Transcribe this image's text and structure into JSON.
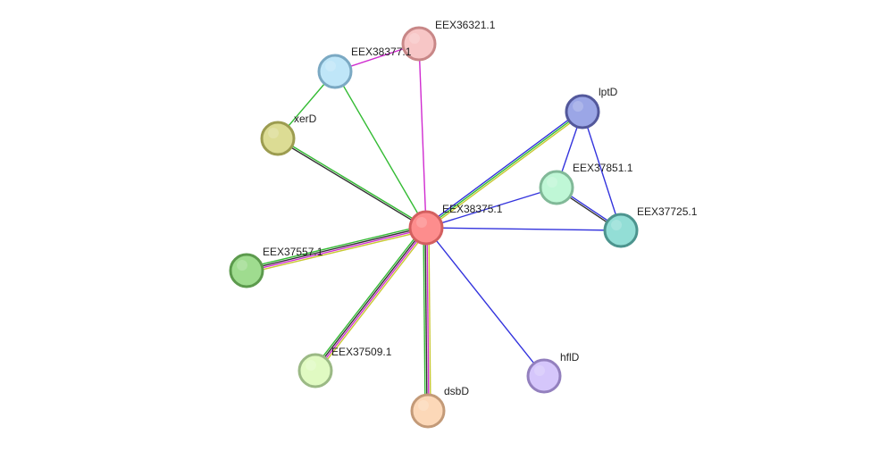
{
  "nodes": [
    {
      "id": "center",
      "label": "EEX38375.1",
      "fill": "#fd8d8d",
      "stroke": "#d35f5f"
    },
    {
      "id": "eex36321",
      "label": "EEX36321.1",
      "fill": "#f7c6c6",
      "stroke": "#c88787"
    },
    {
      "id": "eex38377",
      "label": "EEX38377.1",
      "fill": "#bfe6f8",
      "stroke": "#7ba9c3"
    },
    {
      "id": "xerd",
      "label": "xerD",
      "fill": "#dcdc94",
      "stroke": "#9c9c50"
    },
    {
      "id": "lptd",
      "label": "lptD",
      "fill": "#9ba6e6",
      "stroke": "#53589b"
    },
    {
      "id": "eex37851",
      "label": "EEX37851.1",
      "fill": "#bff7d6",
      "stroke": "#81b998"
    },
    {
      "id": "eex37725",
      "label": "EEX37725.1",
      "fill": "#93ded6",
      "stroke": "#4c948e"
    },
    {
      "id": "eex37557",
      "label": "EEX37557.1",
      "fill": "#9fdc8f",
      "stroke": "#5c9a4d"
    },
    {
      "id": "eex37509",
      "label": "EEX37509.1",
      "fill": "#e0fac2",
      "stroke": "#9bb985"
    },
    {
      "id": "dsbd",
      "label": "dsbD",
      "fill": "#fcd8b8",
      "stroke": "#c39a78"
    },
    {
      "id": "hfld",
      "label": "hflD",
      "fill": "#d5c6fb",
      "stroke": "#9380be"
    }
  ],
  "edges": [
    {
      "from": "eex38377",
      "to": "eex36321",
      "colors": [
        "#d02bd0"
      ]
    },
    {
      "from": "center",
      "to": "eex36321",
      "colors": [
        "#d02bd0"
      ]
    },
    {
      "from": "center",
      "to": "eex38377",
      "colors": [
        "#33bb33"
      ]
    },
    {
      "from": "eex38377",
      "to": "xerd",
      "colors": [
        "#33bb33"
      ]
    },
    {
      "from": "center",
      "to": "xerd",
      "colors": [
        "#333333",
        "#33bb33"
      ]
    },
    {
      "from": "center",
      "to": "lptd",
      "colors": [
        "#3333dd",
        "#33bb33",
        "#c8c832"
      ]
    },
    {
      "from": "center",
      "to": "eex37851",
      "colors": [
        "#3333dd"
      ]
    },
    {
      "from": "center",
      "to": "eex37725",
      "colors": [
        "#3333dd"
      ]
    },
    {
      "from": "lptd",
      "to": "eex37851",
      "colors": [
        "#3333dd"
      ]
    },
    {
      "from": "lptd",
      "to": "eex37725",
      "colors": [
        "#3333dd"
      ]
    },
    {
      "from": "eex37851",
      "to": "eex37725",
      "colors": [
        "#3333dd",
        "#333333"
      ]
    },
    {
      "from": "center",
      "to": "eex37557",
      "colors": [
        "#c8c832",
        "#d02bd0",
        "#333333",
        "#33bb33"
      ]
    },
    {
      "from": "center",
      "to": "eex37509",
      "colors": [
        "#c8c832",
        "#d02bd0",
        "#333333",
        "#33bb33"
      ]
    },
    {
      "from": "center",
      "to": "dsbd",
      "colors": [
        "#c8c832",
        "#d02bd0",
        "#333333",
        "#33bb33"
      ]
    },
    {
      "from": "center",
      "to": "hfld",
      "colors": [
        "#3333dd"
      ]
    }
  ]
}
